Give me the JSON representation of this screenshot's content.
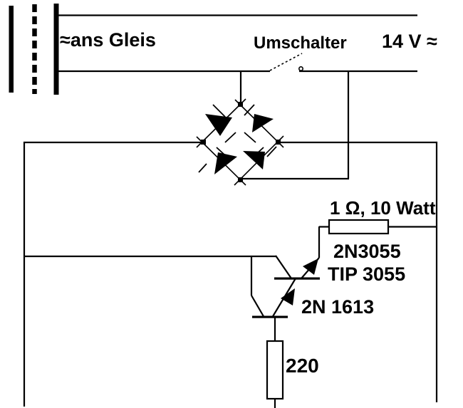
{
  "diagram": {
    "kind": "circuit-schematic",
    "description": "Cropped schematic of a model-railway speed controller: 14 V AC input via changeover switch into a diode bridge rectifier, Darlington pair (2N3055/TIP 3055 driven by 2N 1613) with 1 ohm 10 W sense resistor and 220 ohm base resistor, output to the track."
  },
  "labels": {
    "track": "≈ans Gleis",
    "switch": "Umschalter",
    "supply": "14 V ≈",
    "r_sense": "1 Ω, 10 Watt",
    "q_output_type_a": "2N3055",
    "q_output_type_b": "TIP 3055",
    "q_driver_type": "2N 1613",
    "r_base": "220"
  },
  "components": [
    {
      "name": "track-terminal-symbol",
      "label_ref": "labels.track"
    },
    {
      "name": "changeover-switch",
      "label_ref": "labels.switch"
    },
    {
      "name": "ac-supply-wires",
      "label_ref": "labels.supply"
    },
    {
      "name": "bridge-rectifier",
      "diodes": 4
    },
    {
      "name": "sense-resistor",
      "label_ref": "labels.r_sense"
    },
    {
      "name": "output-transistor",
      "label_ref": "labels.q_output_type_a"
    },
    {
      "name": "driver-transistor",
      "label_ref": "labels.q_driver_type"
    },
    {
      "name": "base-resistor",
      "label_ref": "labels.r_base"
    }
  ],
  "colors": {
    "ink": "#000000",
    "background": "#ffffff"
  }
}
